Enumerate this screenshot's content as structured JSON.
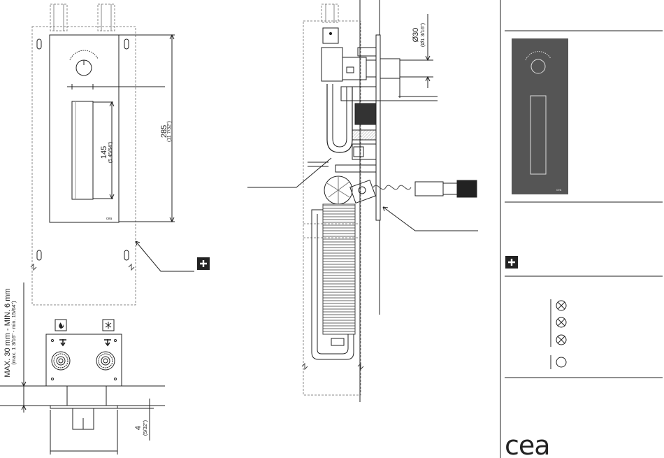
{
  "dimensions": {
    "height_285": "285",
    "height_285_in": "(11 7/32\")",
    "height_145": "145",
    "height_145_in": "(5 45/64\")",
    "diameter": "Ø30",
    "diameter_in": "(Ø1 3/16\")",
    "wall_range": "MAX. 30 mm - MIN. 6 mm",
    "wall_range_in": "(max. 1 3/16\" - min. 15/64\")",
    "depth_4": "4",
    "depth_4_in": "(5/32\")"
  },
  "panel_logo_text": "cea",
  "brand": "cea",
  "icons": {
    "hot": "flame-icon",
    "cold": "snowflake-icon",
    "plus": "plus-icon",
    "legend_crossed": "crossed-circle-icon",
    "legend_open": "open-circle-icon"
  },
  "colors": {
    "panel": "#555555",
    "line": "#222222",
    "hatch": "#777777"
  }
}
